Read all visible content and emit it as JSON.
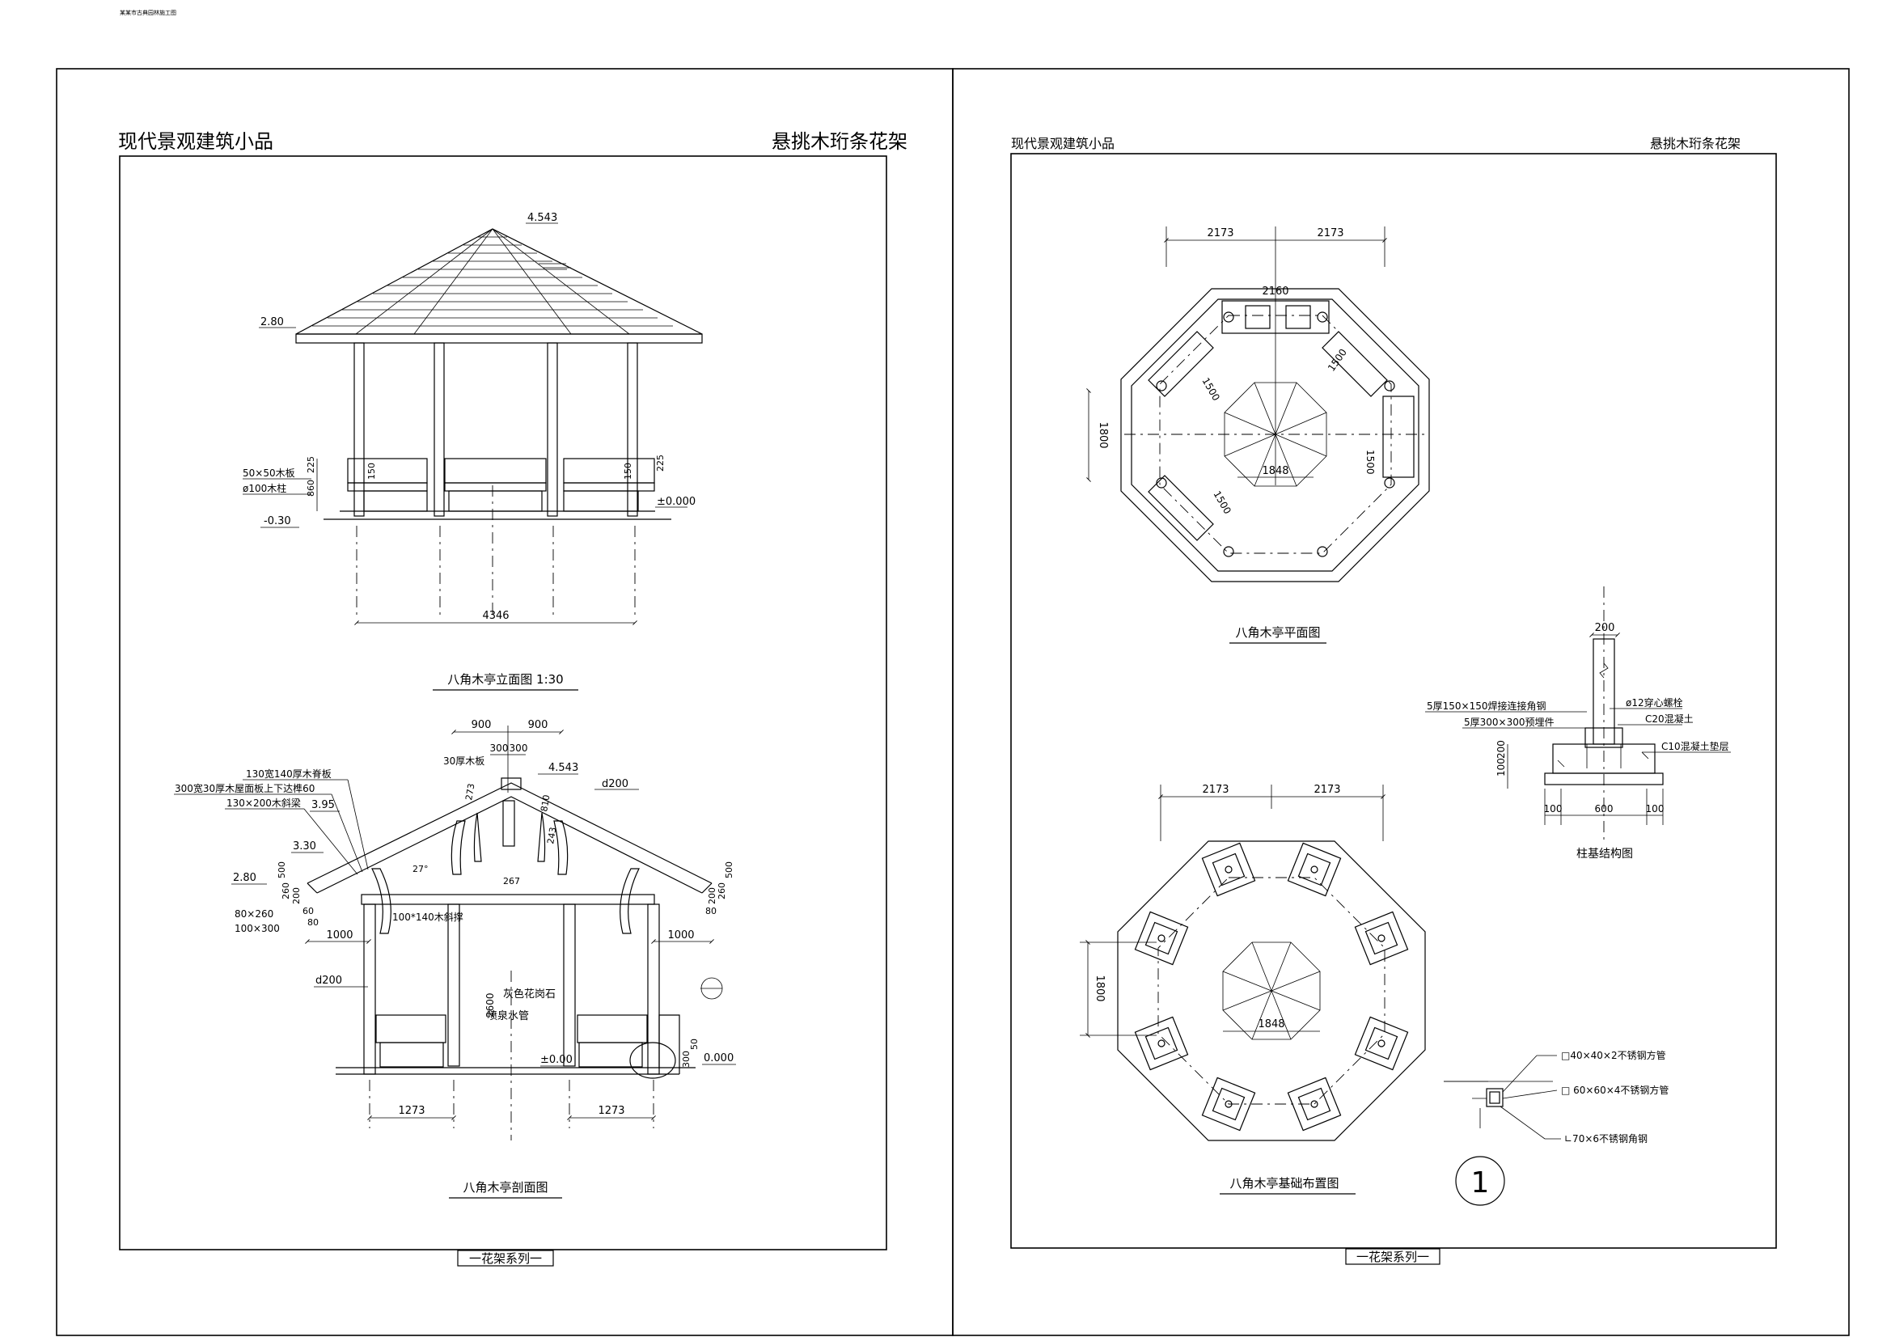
{
  "header": {
    "tiny_note": "某某市古典园林施工图"
  },
  "left_sheet": {
    "title_left": "现代景观建筑小品",
    "title_right": "悬挑木珩条花架",
    "footer": "一花架系列一",
    "elevation": {
      "caption": "八角木亭立面图 1:30",
      "top_level": "4.543",
      "eave_level": "2.80",
      "ground_level": "±0.000",
      "base_level": "-0.30",
      "width_dim": "4346",
      "note_board": "50×50木板",
      "note_column": "ø100木柱",
      "dims_left": [
        "225",
        "860",
        "150"
      ],
      "dims_right": [
        "150",
        "225"
      ]
    },
    "section": {
      "caption": "八角木亭剖面图",
      "top_dims": [
        "900",
        "900"
      ],
      "ridge_dims": [
        "300",
        "300"
      ],
      "top_level": "4.543",
      "level_395": "3.95",
      "level_330": "3.30",
      "level_280": "2.80",
      "ground_level": "±0.00",
      "ground_level_right": "0.000",
      "notes_left": [
        "130宽140厚木脊板",
        "300宽30厚木屋面板上下达榫60",
        "130×200木斜梁"
      ],
      "note_board": "30厚木板",
      "note_d200_top": "d200",
      "note_d200_left": "d200",
      "note_strut": "100*140木斜撑",
      "note_stone": "灰色花岗石",
      "note_pipe": "喷泉水管",
      "beam_sizes": [
        "80×260",
        "100×300"
      ],
      "dims_overhang": [
        "1000",
        "1000"
      ],
      "dims_bottom": [
        "1273",
        "1273"
      ],
      "dim_height": "2600",
      "dim_center": "267",
      "dim_small": [
        "273",
        "810",
        "243"
      ],
      "angle": "27°",
      "dims_side": [
        "500",
        "260",
        "200",
        "60",
        "80",
        "500",
        "260",
        "200",
        "80",
        "300",
        "50"
      ]
    }
  },
  "right_sheet": {
    "title_left": "现代景观建筑小品",
    "title_right": "悬挑木珩条花架",
    "footer": "一花架系列一",
    "plan": {
      "caption": "八角木亭平面图",
      "top_dims": [
        "2173",
        "2173"
      ],
      "bench_length": "2160",
      "bench_dims": [
        "1500",
        "1500",
        "1500",
        "1500"
      ],
      "left_dim": "1800",
      "center_dim": "1848"
    },
    "foundation": {
      "caption": "八角木亭基础布置图",
      "top_dims": [
        "2173",
        "2173"
      ],
      "left_dim": "1800",
      "center_dim": "1848"
    },
    "footing": {
      "caption": "柱基结构图",
      "top_dim": "200",
      "notes": [
        "5厚150×150焊接连接角钢",
        "5厚300×300预埋件",
        "ø12穿心螺栓",
        "C20混凝土",
        "C10混凝土垫层"
      ],
      "left_dims": [
        "100",
        "200"
      ],
      "bottom_dims": [
        "100",
        "600",
        "100"
      ]
    },
    "section_marker": "1",
    "steel_notes": [
      "□40×40×2不锈钢方管",
      "□ 60×60×4不锈钢方管",
      "∟70×6不锈钢角钢"
    ]
  }
}
